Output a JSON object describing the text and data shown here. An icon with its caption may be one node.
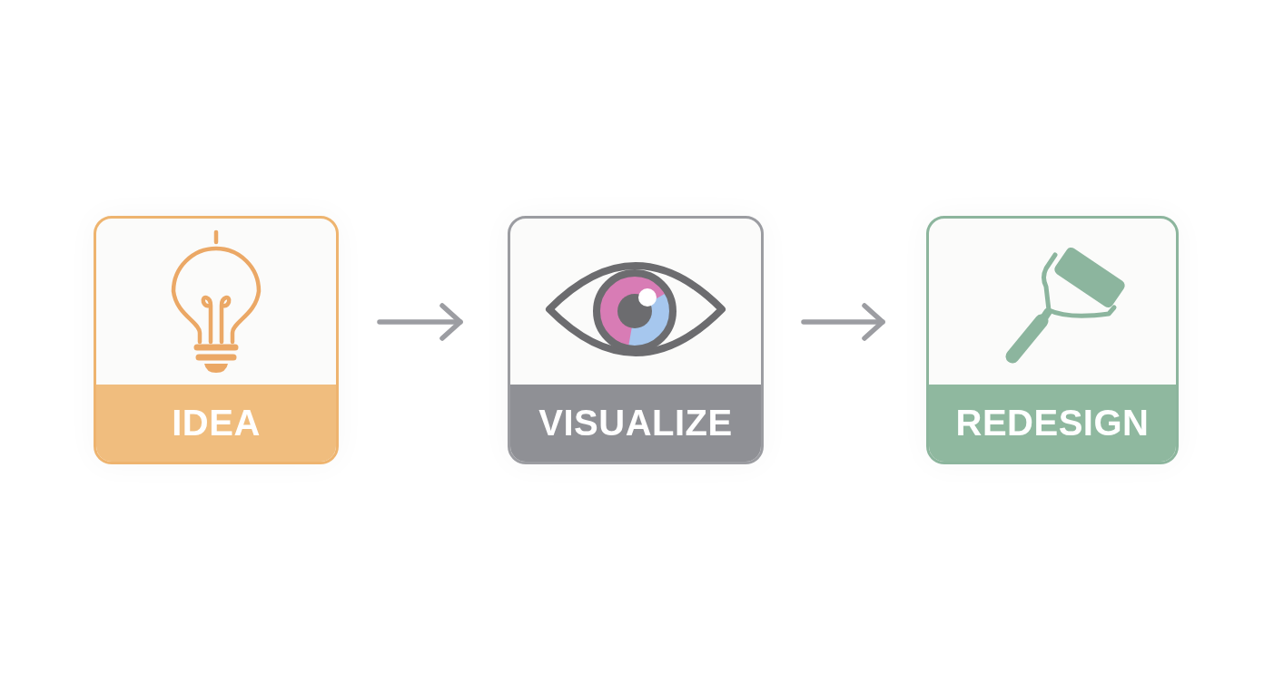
{
  "diagram": {
    "nodes": [
      {
        "text": [
          "IDEA"
        ]
      },
      {
        "text": [
          "VISUALIZE"
        ]
      },
      {
        "text": [
          "REDESIGN"
        ]
      }
    ],
    "edges": [
      {
        "from": 0,
        "to": 1,
        "arrow": "to"
      },
      {
        "from": 1,
        "to": 2,
        "arrow": "to"
      }
    ]
  }
}
